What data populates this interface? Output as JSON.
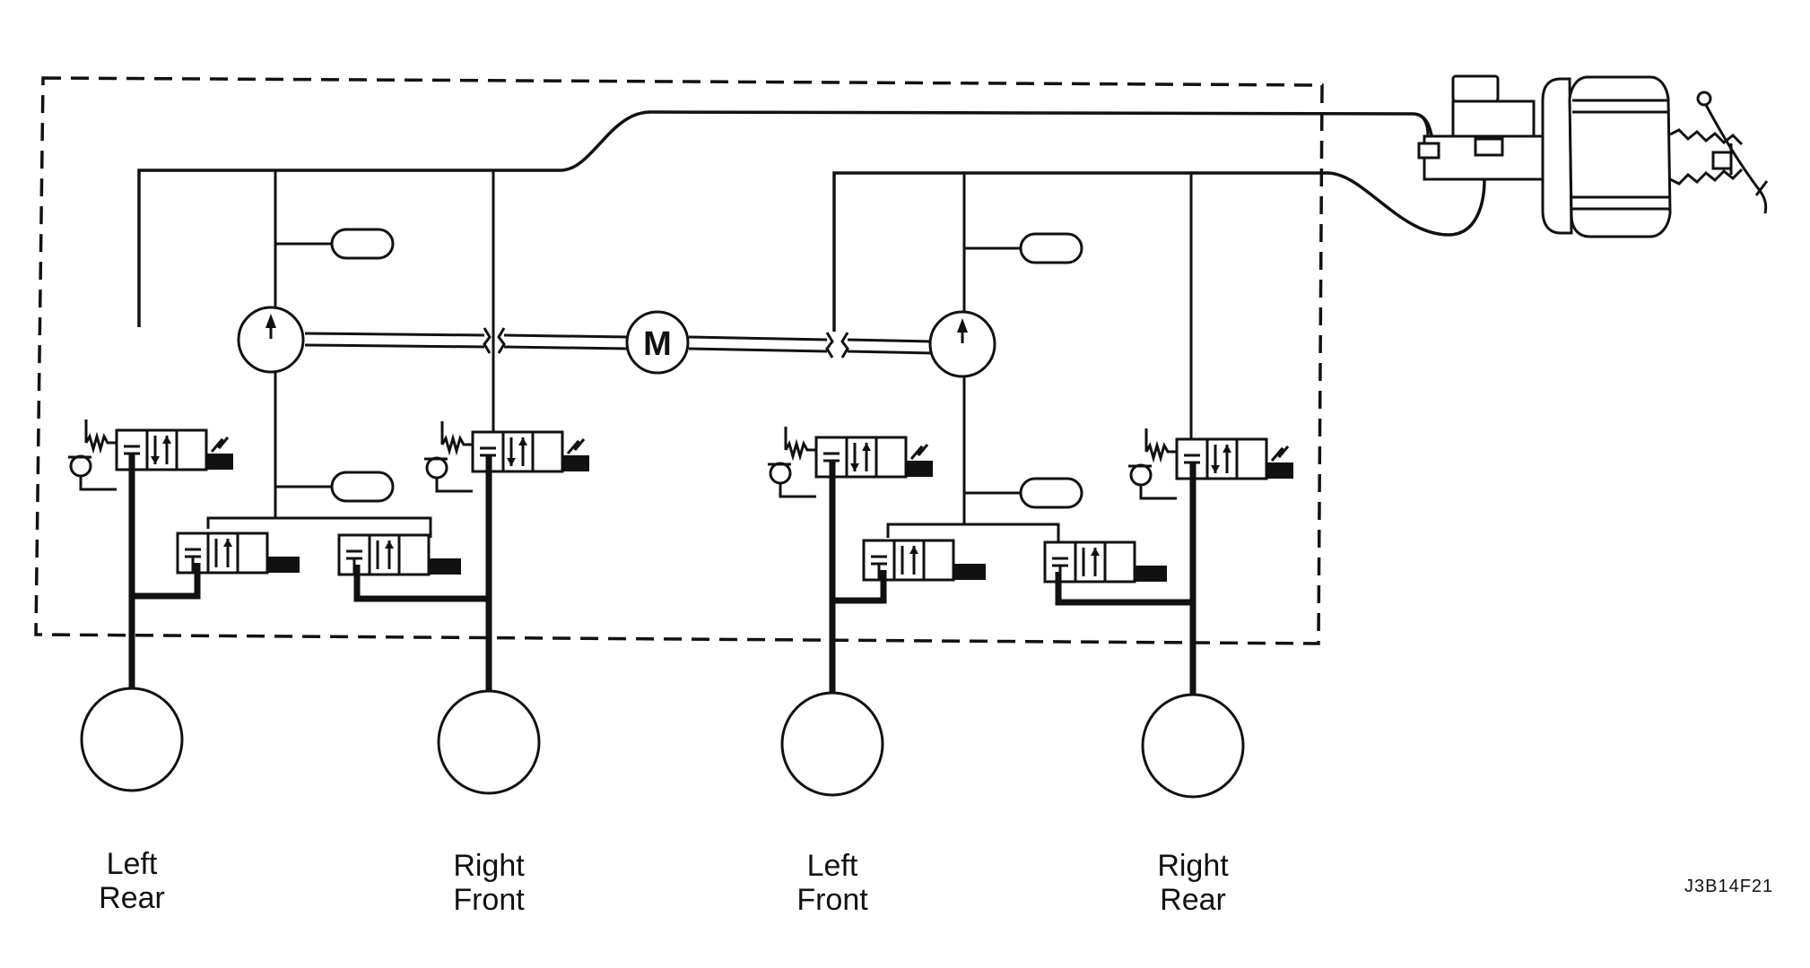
{
  "motor_label": "M",
  "wheels": [
    {
      "line1": "Left",
      "line2": "Rear"
    },
    {
      "line1": "Right",
      "line2": "Front"
    },
    {
      "line1": "Left",
      "line2": "Front"
    },
    {
      "line1": "Right",
      "line2": "Rear"
    }
  ],
  "figure_code": "J3B14F21",
  "colors": {
    "ink": "#111111",
    "background": "#ffffff"
  }
}
